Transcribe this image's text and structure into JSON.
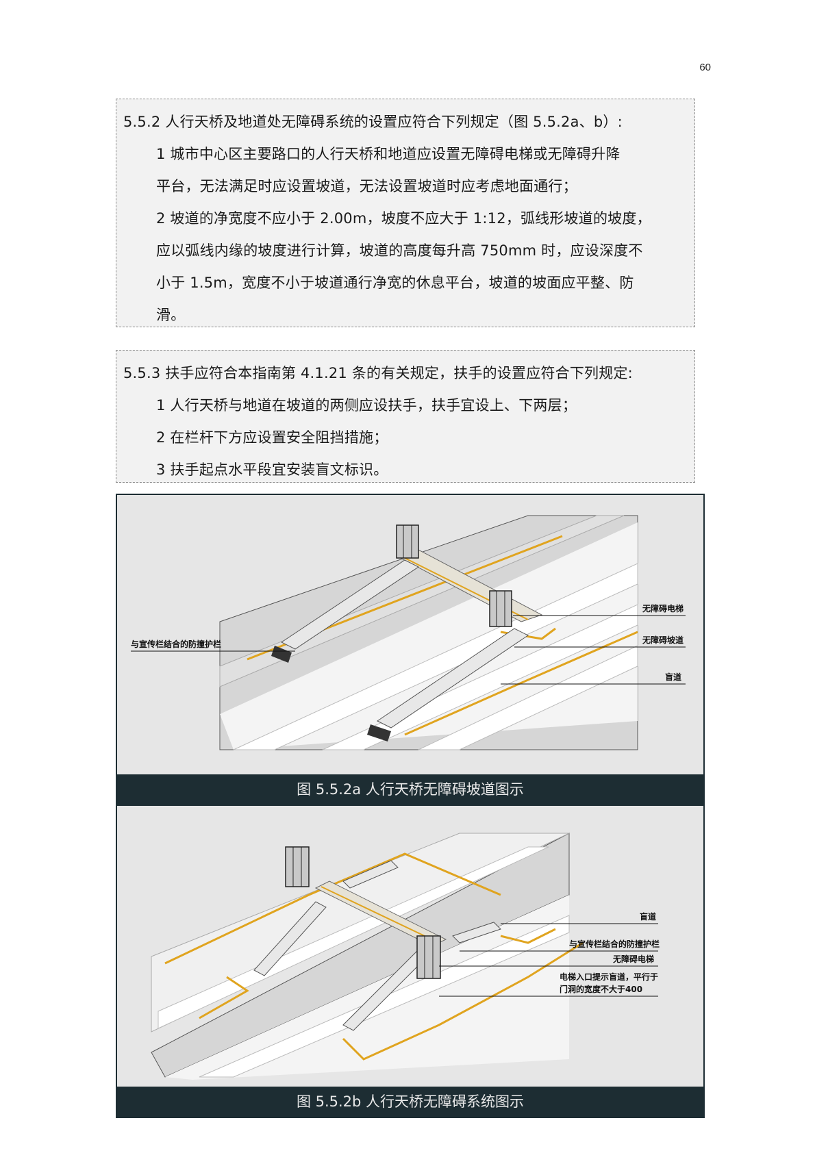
{
  "page_number": "60",
  "clause_552": {
    "heading": "5.5.2  人行天桥及地道处无障碍系统的设置应符合下列规定（图 5.5.2a、b）:",
    "lines": [
      "1  城市中心区主要路口的人行天桥和地道应设置无障碍电梯或无障碍升降",
      "平台，无法满足时应设置坡道，无法设置坡道时应考虑地面通行；",
      "2  坡道的净宽度不应小于 2.00m，坡度不应大于 1:12，弧线形坡道的坡度，",
      "应以弧线内缘的坡度进行计算，坡道的高度每升高 750mm 时，应设深度不",
      "小于 1.5m，宽度不小于坡道通行净宽的休息平台，坡道的坡面应平整、防",
      "滑。"
    ]
  },
  "clause_553": {
    "heading": "5.5.3  扶手应符合本指南第 4.1.21 条的有关规定，扶手的设置应符合下列规定:",
    "lines": [
      "1  人行天桥与地道在坡道的两侧应设扶手，扶手宜设上、下两层；",
      "2  在栏杆下方应设置安全阻挡措施；",
      "3  扶手起点水平段宜安装盲文标识。"
    ]
  },
  "figure_a": {
    "caption": "图 5.5.2a  人行天桥无障碍坡道图示",
    "labels": {
      "barrier": "与宣传栏结合的防撞护栏",
      "elevator": "无障碍电梯",
      "ramp": "无障碍坡道",
      "tactile": "盲道"
    }
  },
  "figure_b": {
    "caption": "图 5.5.2b  人行天桥无障碍系统图示",
    "labels": {
      "tactile": "盲道",
      "barrier": "与宣传栏结合的防撞护栏",
      "elevator": "无障碍电梯",
      "entrance_line1": "电梯入口提示盲道，平行于",
      "entrance_line2": "门洞的宽度不大于400"
    }
  },
  "colors": {
    "tactile_yellow": "#e0a41f",
    "caption_bar": "#1d2d33",
    "box_fill": "#f2f2f2"
  }
}
